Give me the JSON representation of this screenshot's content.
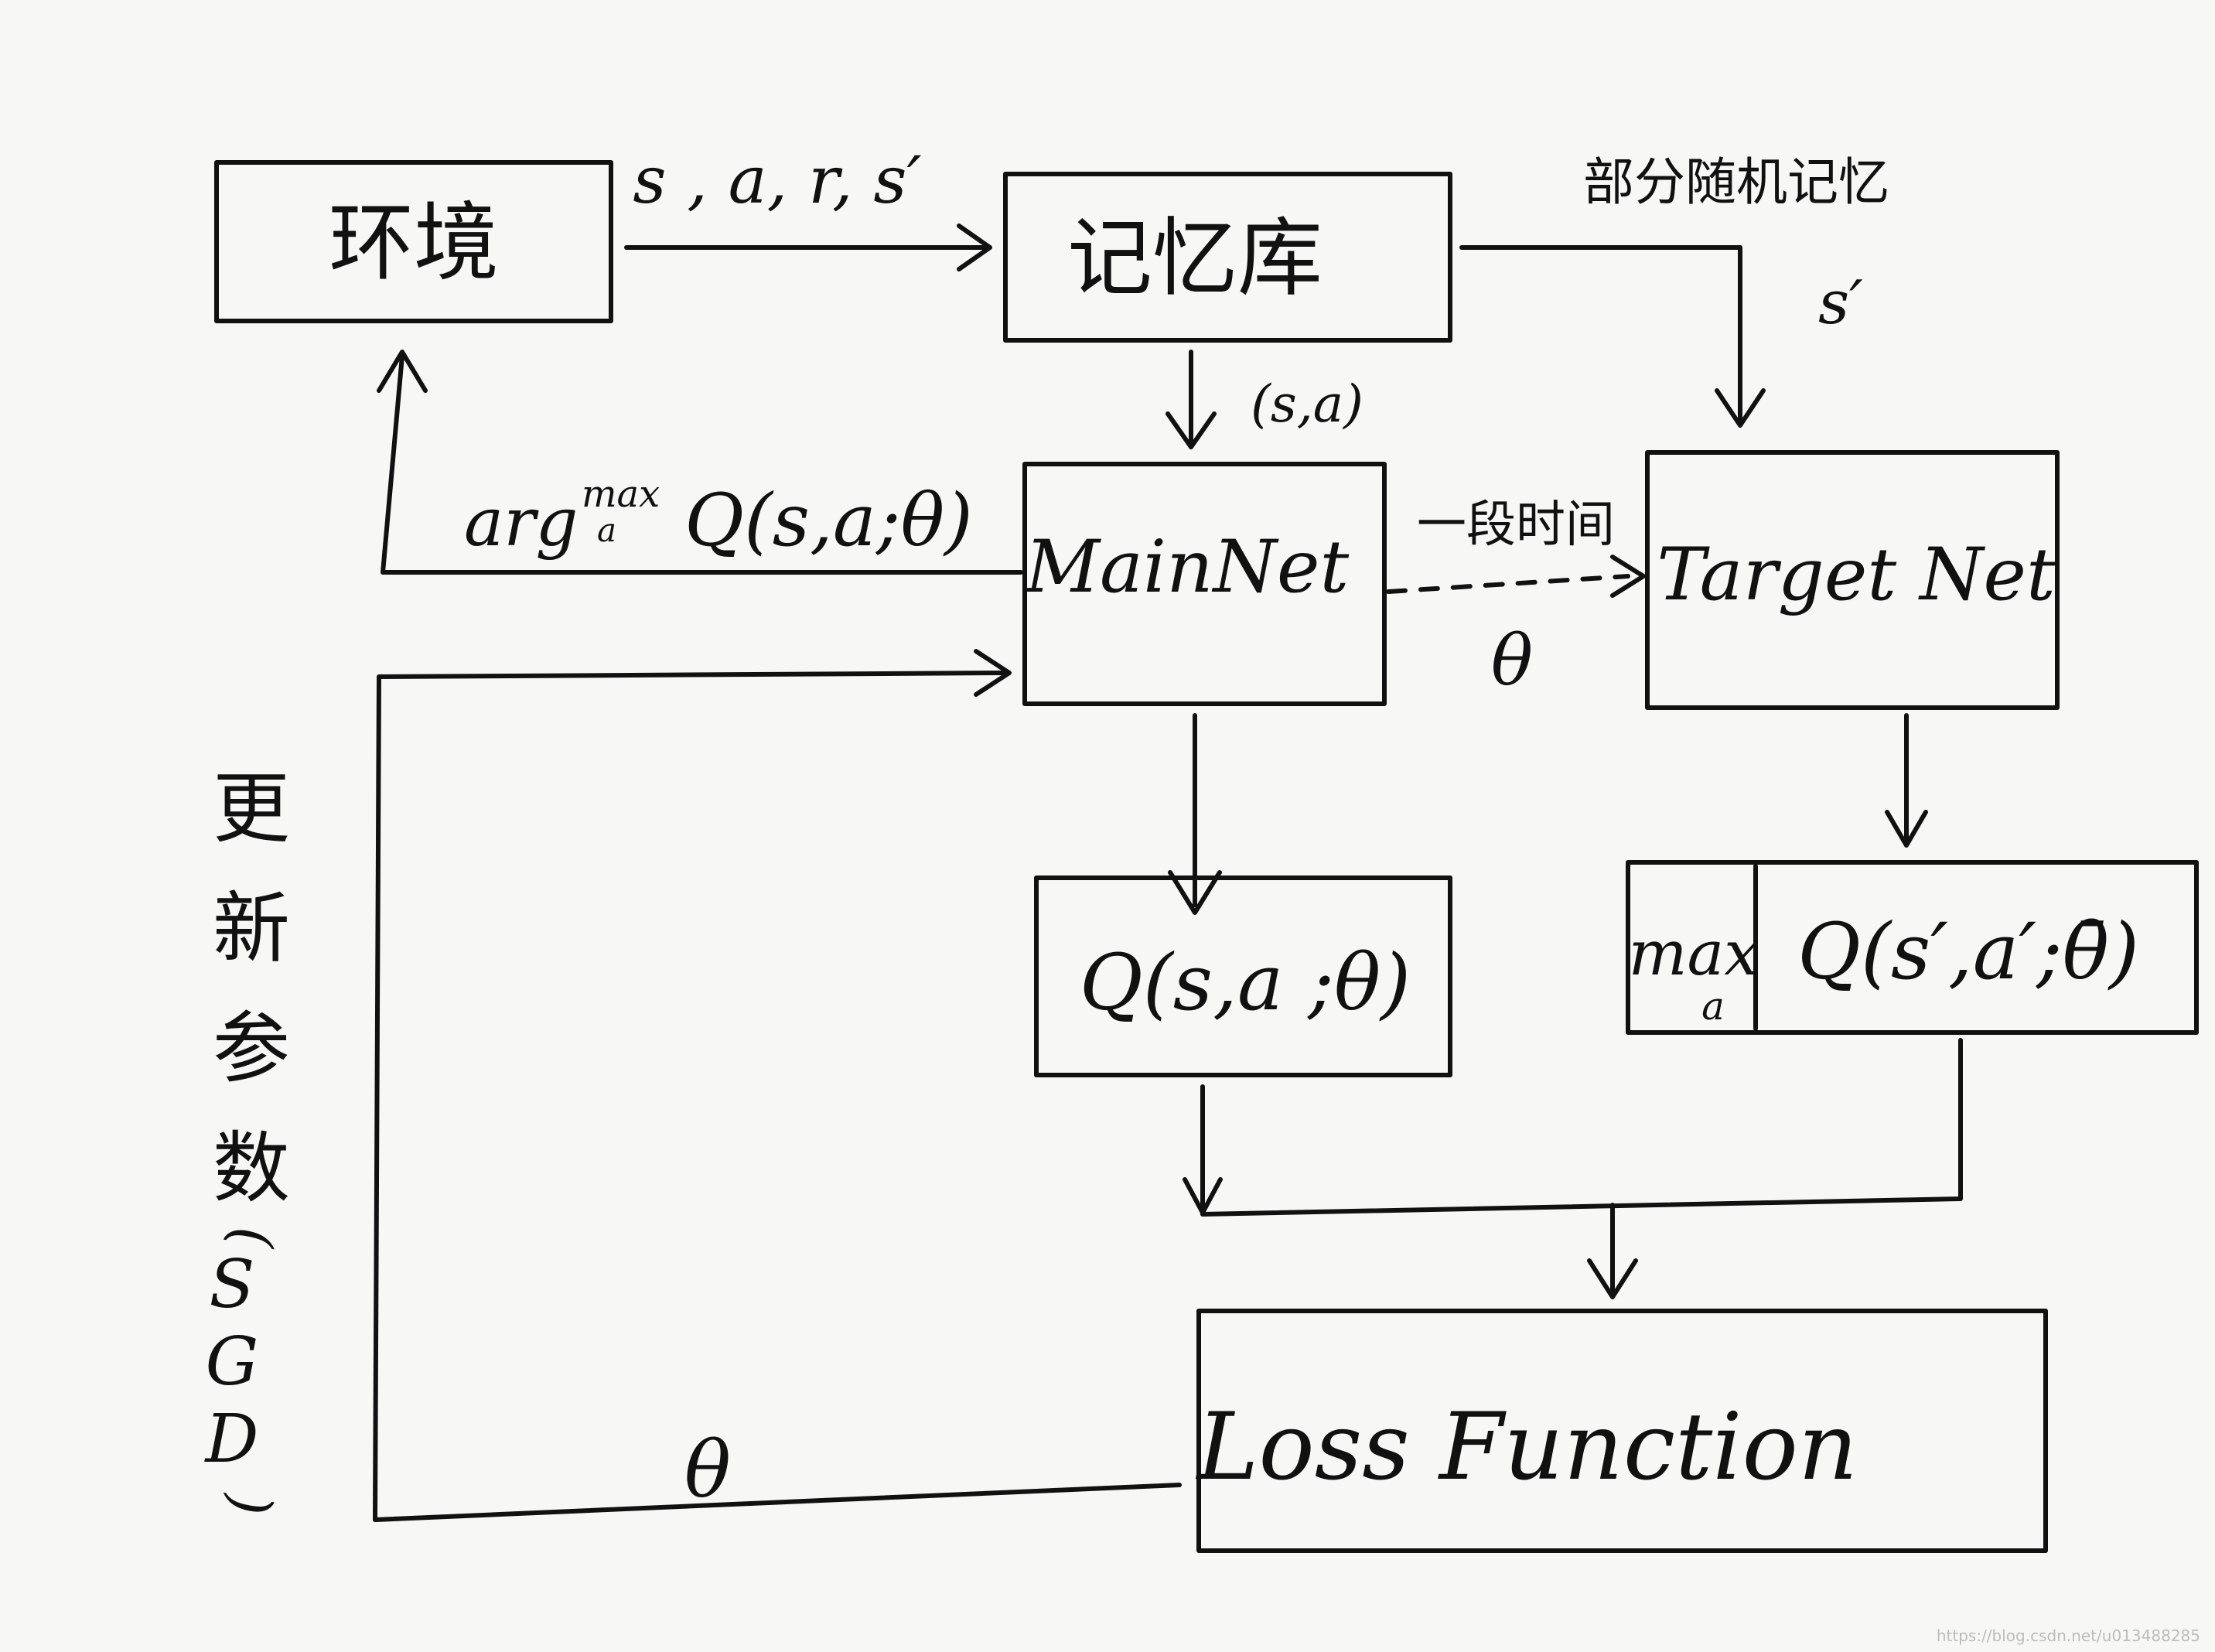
{
  "nodes": {
    "env": "环境",
    "memory": "记忆库",
    "mainnet": "MainNet",
    "targetnet": "Target Net",
    "q_main": "Q(s,a ;θ)",
    "q_target_max": "max",
    "q_target_sub": "a",
    "q_target": "Q(s′,a′;θ̄)",
    "loss": "Loss Function"
  },
  "edges": {
    "env_to_memory": "s , a, r, s′",
    "memory_to_target": "部分随机记忆",
    "memory_to_target_s": "s′",
    "memory_to_main": "(s,a)",
    "main_to_env_pre": "arg",
    "main_to_env_max": "max",
    "main_to_env_sub": "a",
    "main_to_env_post": "Q(s,a;θ)",
    "main_to_target": "一段时间",
    "main_to_target_theta": "θ",
    "loss_to_main_theta": "θ"
  },
  "side_label": {
    "chars": [
      "更",
      "新",
      "参",
      "数"
    ],
    "paren_open": "(",
    "letters": [
      "S",
      "G",
      "D"
    ],
    "paren_close": ")"
  },
  "watermark": "https://blog.csdn.net/u013488285"
}
